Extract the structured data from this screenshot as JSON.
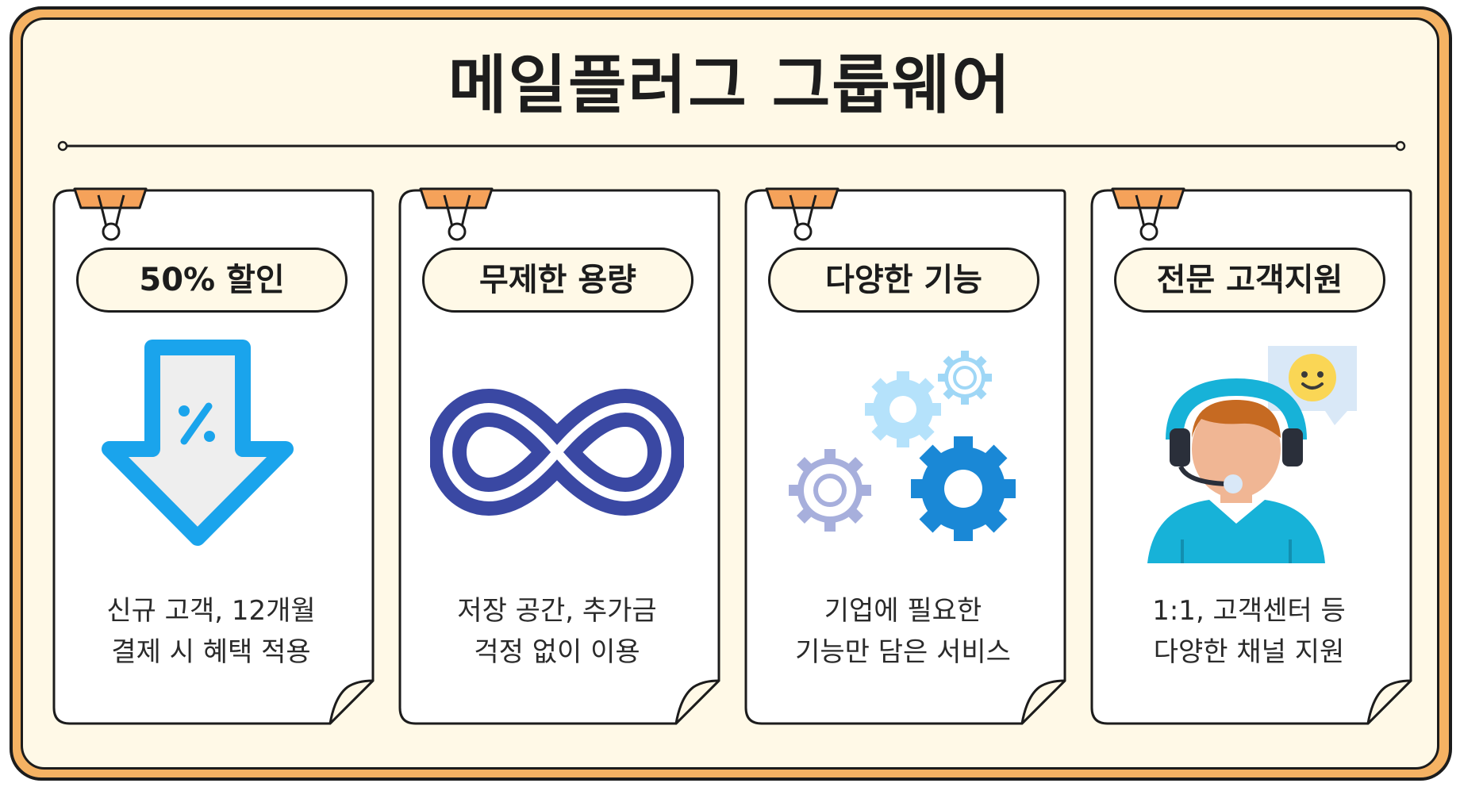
{
  "title": "메일플러그 그룹웨어",
  "colors": {
    "outer_frame": "#f5b263",
    "panel": "#fff9e7",
    "outline": "#1c1c1c",
    "clip": "#f5a25a"
  },
  "cards": [
    {
      "badge": "50% 할인",
      "icon": "discount-arrow-icon",
      "desc_lines": [
        "신규 고객, 12개월",
        "결제 시 혜택 적용"
      ]
    },
    {
      "badge": "무제한 용량",
      "icon": "infinity-icon",
      "desc_lines": [
        "저장 공간, 추가금",
        "걱정 없이 이용"
      ]
    },
    {
      "badge": "다양한 기능",
      "icon": "gears-icon",
      "desc_lines": [
        "기업에 필요한",
        "기능만 담은 서비스"
      ]
    },
    {
      "badge": "전문 고객지원",
      "icon": "support-agent-icon",
      "desc_lines": [
        "1:1, 고객센터 등",
        "다양한 채널 지원"
      ]
    }
  ]
}
